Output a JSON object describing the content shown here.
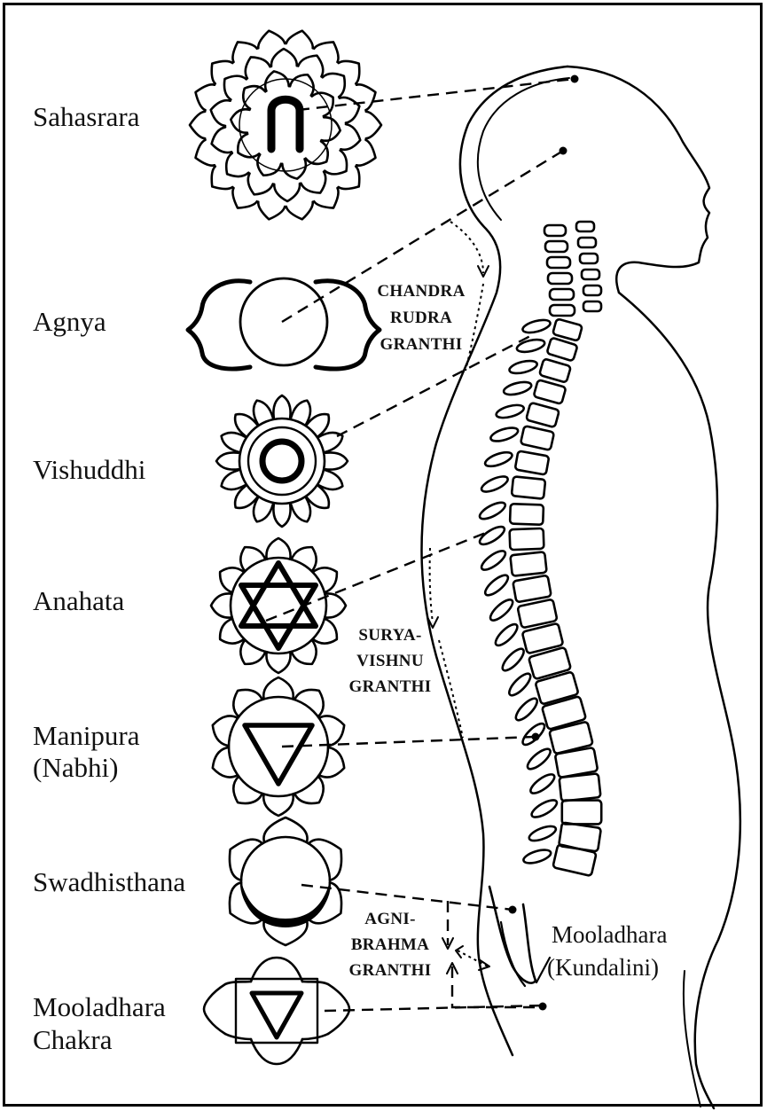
{
  "chakras": [
    {
      "label": "Sahasrara"
    },
    {
      "label": "Agnya"
    },
    {
      "label": "Vishuddhi"
    },
    {
      "label": "Anahata"
    },
    {
      "label": "Manipura",
      "label2": "(Nabhi)"
    },
    {
      "label": "Swadhisthana"
    },
    {
      "label": "Mooladhara",
      "label2": "Chakra"
    }
  ],
  "granthis": [
    {
      "lines": [
        "CHANDRA",
        "RUDRA",
        "GRANTHI"
      ]
    },
    {
      "lines": [
        "SURYA-",
        "VISHNU",
        "GRANTHI"
      ]
    },
    {
      "lines": [
        "AGNI-",
        "BRAHMA",
        "GRANTHI"
      ]
    }
  ],
  "body_label": {
    "line1": "Mooladhara",
    "line2": "(Kundalini)"
  },
  "colors": {
    "ink": "#000000",
    "background": "#ffffff"
  }
}
